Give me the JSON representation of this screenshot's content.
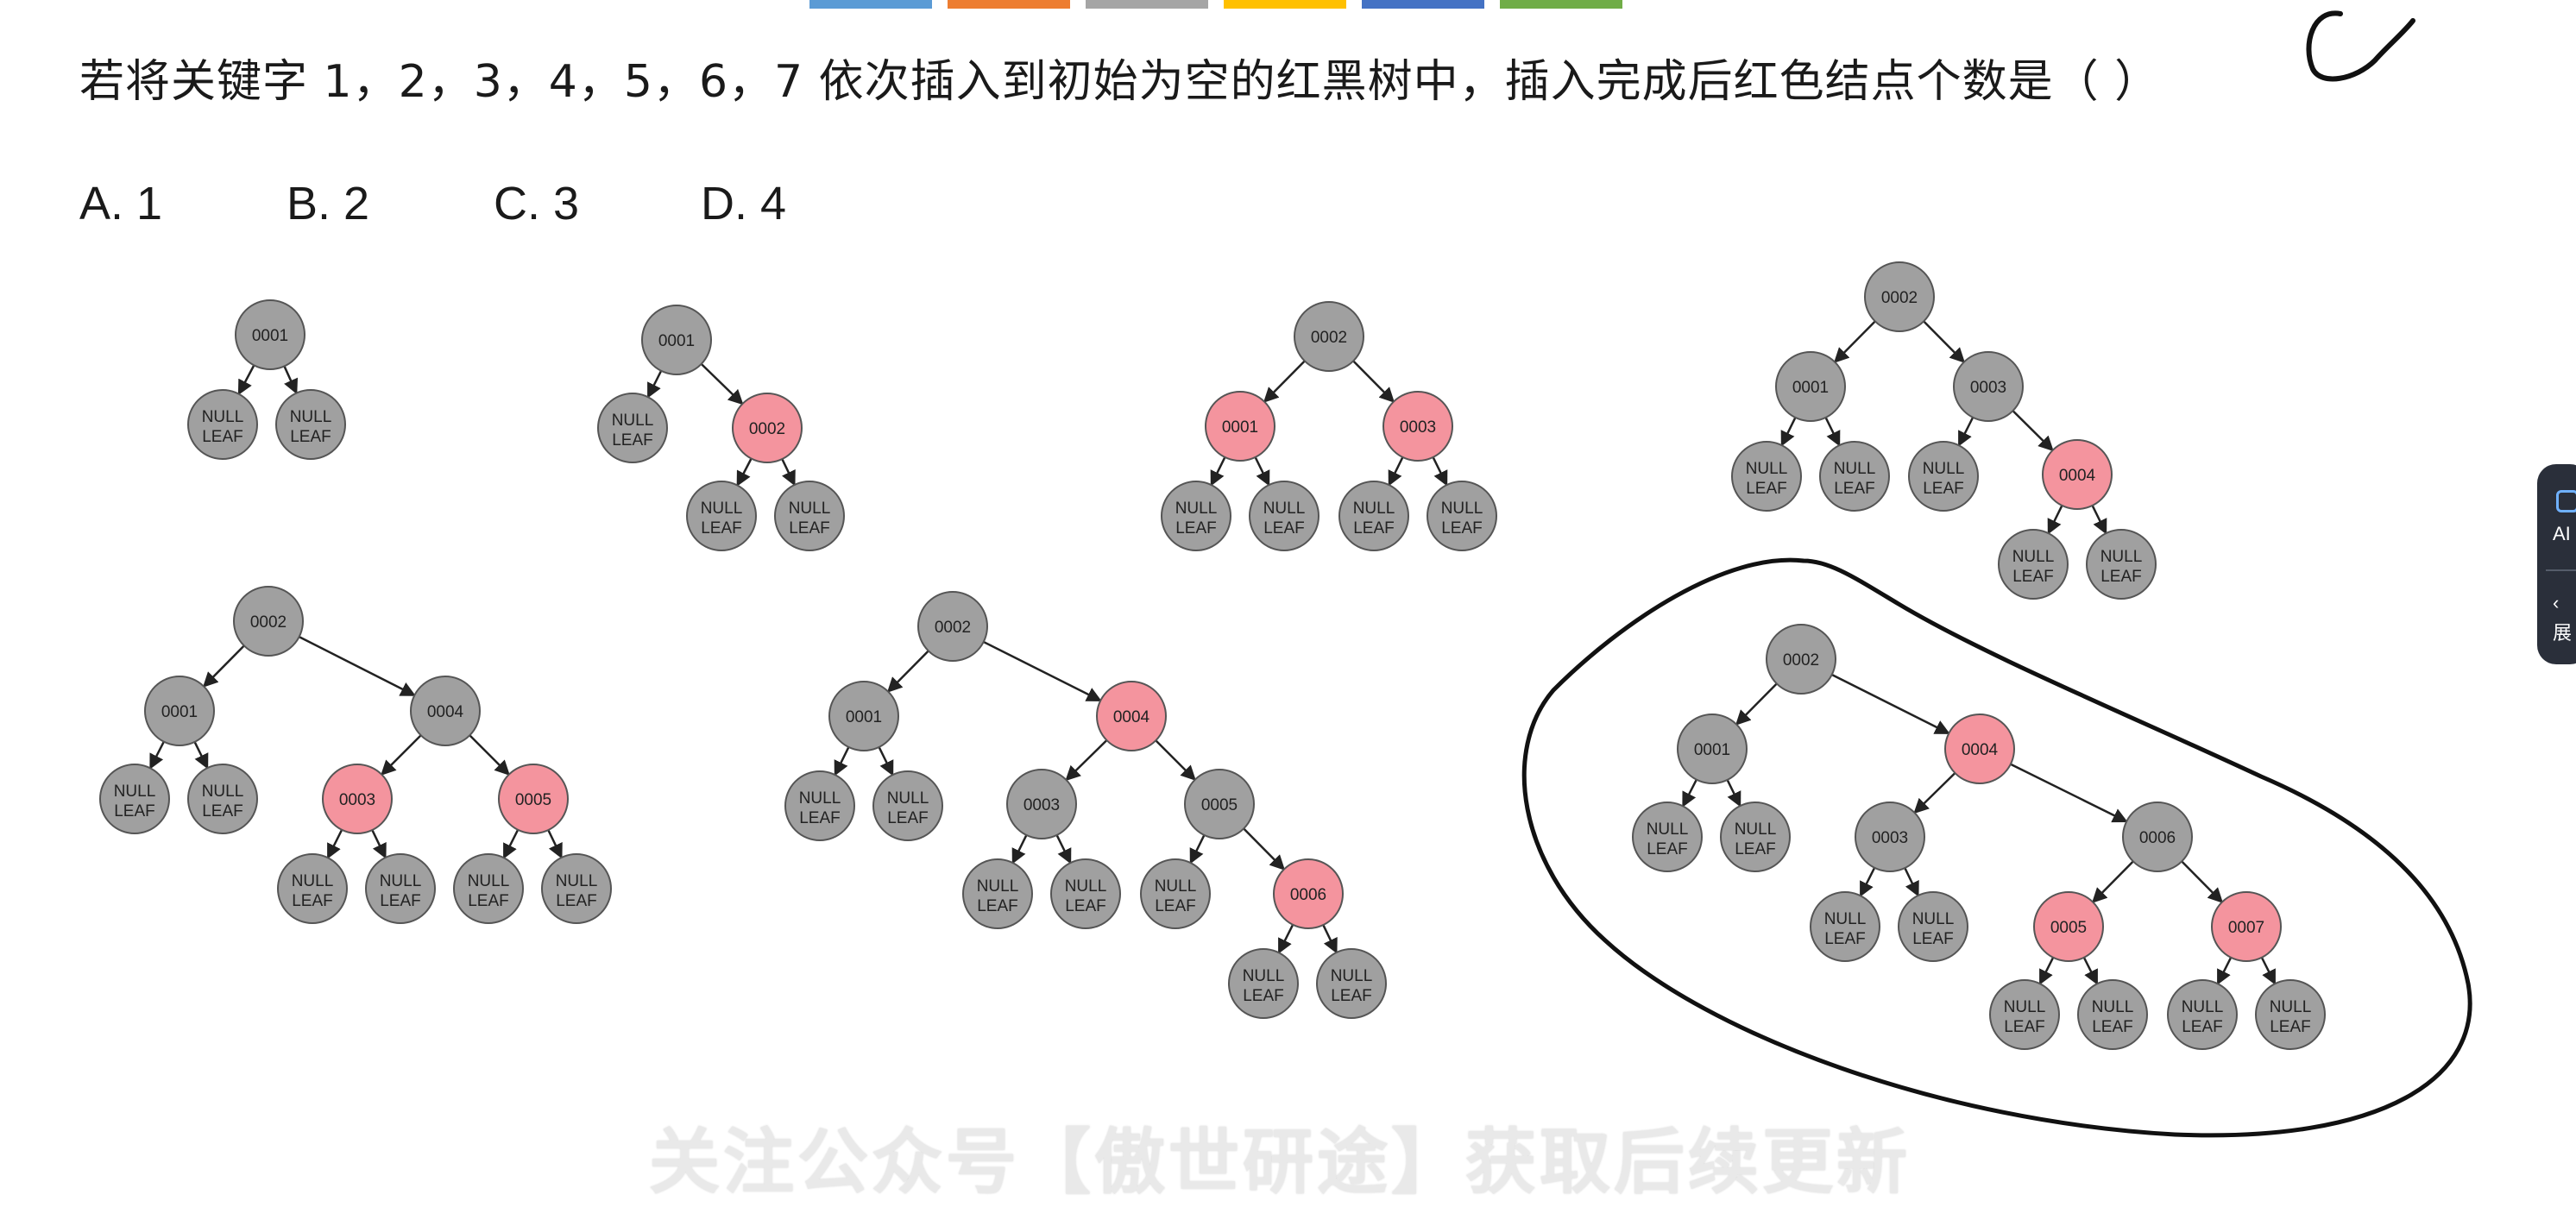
{
  "question": {
    "text": "若将关键字 1，2，3，4，5，6，7 依次插入到初始为空的红黑树中，插入完成后红色结点个数是（   ）",
    "handwritten_answer": "C"
  },
  "options": [
    {
      "label": "A. 1"
    },
    {
      "label": "B. 2"
    },
    {
      "label": "C. 3"
    },
    {
      "label": "D. 4"
    }
  ],
  "top_color_bar": [
    "#5b9bd5",
    "#ed7d31",
    "#a5a5a5",
    "#ffc000",
    "#4472c4",
    "#70ad47"
  ],
  "colors": {
    "black_node": "#a0a0a0",
    "red_node": "#f4949e",
    "node_stroke": "#555555",
    "edge": "#222222"
  },
  "trees": [
    {
      "id": "tree-1",
      "nodes": [
        "0001"
      ],
      "red": []
    },
    {
      "id": "tree-2",
      "nodes": [
        "0001",
        "0002"
      ],
      "red": [
        "0002"
      ]
    },
    {
      "id": "tree-3",
      "nodes": [
        "0002",
        "0001",
        "0003"
      ],
      "red": [
        "0001",
        "0003"
      ]
    },
    {
      "id": "tree-4",
      "nodes": [
        "0002",
        "0001",
        "0003",
        "0004"
      ],
      "red": [
        "0004"
      ]
    },
    {
      "id": "tree-5",
      "nodes": [
        "0002",
        "0001",
        "0004",
        "0003",
        "0005"
      ],
      "red": [
        "0003",
        "0005"
      ]
    },
    {
      "id": "tree-6",
      "nodes": [
        "0002",
        "0001",
        "0004",
        "0003",
        "0005",
        "0006"
      ],
      "red": [
        "0004",
        "0006"
      ]
    },
    {
      "id": "tree-7",
      "nodes": [
        "0002",
        "0001",
        "0004",
        "0003",
        "0006",
        "0005",
        "0007"
      ],
      "red": [
        "0004",
        "0005",
        "0007"
      ],
      "circled": true
    }
  ],
  "leaf_label": {
    "line1": "NULL",
    "line2": "LEAF"
  },
  "watermark": "关注公众号【傲世研途】获取后续更新",
  "side_widget": {
    "label1": "AI",
    "label2": "展"
  }
}
